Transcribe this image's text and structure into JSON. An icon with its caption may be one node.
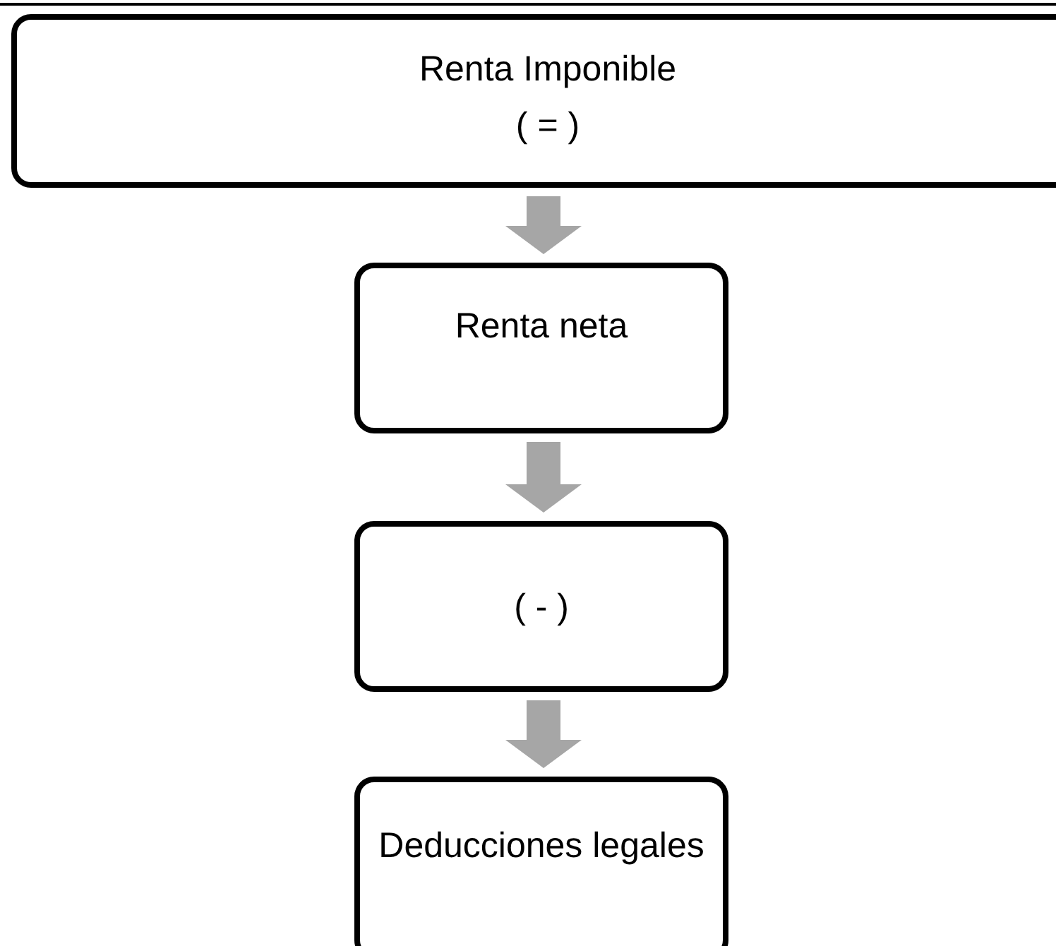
{
  "diagram": {
    "nodes": [
      {
        "text": [
          "Renta Imponible",
          "( = )"
        ]
      },
      {
        "text": [
          "Renta neta"
        ]
      },
      {
        "text": [
          "( - )"
        ]
      },
      {
        "text": [
          "Deducciones legales"
        ]
      }
    ],
    "edges": [
      {
        "from": 0,
        "to": 1,
        "arrow": "to"
      },
      {
        "from": 1,
        "to": 2,
        "arrow": "to"
      },
      {
        "from": 2,
        "to": 3,
        "arrow": "to"
      }
    ]
  }
}
